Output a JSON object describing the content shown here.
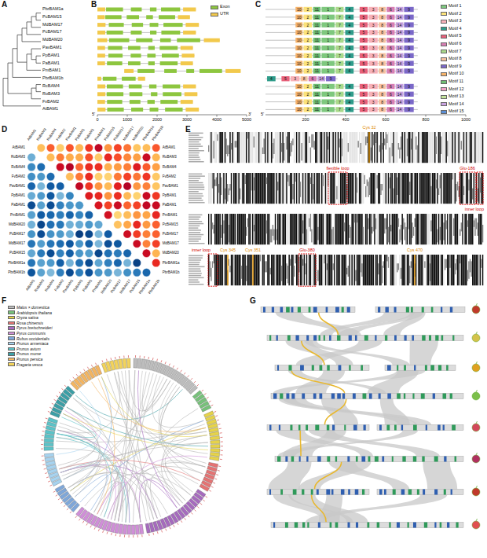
{
  "diagram": {
    "labels": [
      "A",
      "B",
      "C",
      "D",
      "E",
      "F",
      "G",
      "PbrBAM1a",
      "PcBAM15",
      "MdBAM17",
      "PcBAM17",
      "MdBAM20",
      "PavBAM1",
      "PpBAM1",
      "PaBAM1",
      "PmBAM1",
      "PbrBAM1b",
      "RcBAM4",
      "RoBAM3",
      "FvBAM2",
      "AtBAM1",
      "5'",
      "0",
      "1000",
      "2000",
      "3000",
      "4000",
      "5000",
      "3'",
      "5'",
      "200",
      "400",
      "600",
      "800",
      "1000",
      "10",
      "2",
      "11",
      "1",
      "7",
      "4",
      "5",
      "3",
      "8",
      "6",
      "14",
      "9",
      "10",
      "2",
      "11",
      "1",
      "7",
      "4",
      "5",
      "3",
      "8",
      "6",
      "14",
      "9",
      "10",
      "2",
      "11",
      "1",
      "7",
      "4",
      "5",
      "3",
      "8",
      "6",
      "14",
      "9",
      "10",
      "2",
      "11",
      "1",
      "7",
      "4",
      "5",
      "3",
      "8",
      "6",
      "14",
      "9",
      "10",
      "2",
      "11",
      "1",
      "7",
      "4",
      "5",
      "3",
      "8",
      "6",
      "14",
      "9",
      "10",
      "2",
      "11",
      "1",
      "7",
      "4",
      "5",
      "3",
      "8",
      "6",
      "14",
      "9",
      "10",
      "2",
      "11",
      "1",
      "7",
      "4",
      "5",
      "3",
      "8",
      "6",
      "14",
      "9",
      "10",
      "2",
      "11",
      "1",
      "7",
      "4",
      "5",
      "3",
      "8",
      "6",
      "14",
      "9",
      "10",
      "2",
      "11",
      "1",
      "7",
      "4",
      "5",
      "3",
      "8",
      "6",
      "14",
      "9",
      "4",
      "5",
      "3",
      "8",
      "6",
      "14",
      "9",
      "10",
      "2",
      "11",
      "1",
      "7",
      "4",
      "5",
      "3",
      "8",
      "6",
      "14",
      "9",
      "10",
      "2",
      "11",
      "1",
      "7",
      "4",
      "5",
      "3",
      "8",
      "6",
      "14",
      "9",
      "10",
      "2",
      "11",
      "1",
      "7",
      "4",
      "5",
      "3",
      "8",
      "6",
      "14",
      "9",
      "10",
      "2",
      "11",
      "1",
      "7",
      "4",
      "5",
      "3",
      "8",
      "6",
      "14",
      "9",
      "AtBAM1",
      "RoBAM3",
      "RcBAM4",
      "FvBAM2",
      "PavBAM1",
      "PpBAM1",
      "PaBAM1",
      "PmBAM1",
      "MdBAM20",
      "PcBAM17",
      "MdBAM17",
      "PcBAM15",
      "PbrBAM1a",
      "PbrBAM1b",
      "AtBAM1",
      "RoBAM3",
      "RcBAM4",
      "FvBAM2",
      "PavBAM1",
      "PpBAM1",
      "PaBAM1",
      "PmBAM1",
      "PcBAM15",
      "PcBAM17",
      "MdBAM17",
      "MdBAM20",
      "PbrBAM1a",
      "PbrBAM1b",
      "AtBAM1",
      "RoBAM3",
      "RcBAM4",
      "FvBAM2",
      "PavBAM1",
      "PpBAM1",
      "PaBAM1",
      "PmBAM1",
      "PcBAM15",
      "PcBAM17",
      "MdBAM17",
      "MdBAM20",
      "PbrBAM1a",
      "PbrBAM1b",
      "AtBAM1",
      "RoBAM3",
      "RcBAM4",
      "FvBAM2",
      "PavBAM1",
      "PpBAM1",
      "PaBAM1",
      "PmBAM1",
      "MdBAM20",
      "PcBAM17",
      "MdBAM17",
      "PcBAM15",
      "PbrBAM1a",
      "PbrBAM1b",
      "Cys 32",
      "flexible loop",
      "Glu-186",
      "inner loop",
      "inner loop",
      "Cys 345",
      "Cys 351",
      "Glu-380",
      "Cys 470"
    ],
    "legend": [
      {
        "text": "Exon",
        "color": "#8dc63f"
      },
      {
        "text": "UTR",
        "color": "#f2c94c"
      },
      {
        "text": "Motif 1",
        "color": "#7ec87e"
      },
      {
        "text": "Motif 2",
        "color": "#fbe27a"
      },
      {
        "text": "Motif 3",
        "color": "#f7b0b8"
      },
      {
        "text": "Motif 4",
        "color": "#2f9c8a"
      },
      {
        "text": "Motif 5",
        "color": "#e8607a"
      },
      {
        "text": "Motif 6",
        "color": "#d77fb3"
      },
      {
        "text": "Motif 7",
        "color": "#a9d98b"
      },
      {
        "text": "Motif 8",
        "color": "#f6c1a0"
      },
      {
        "text": "Motif 9",
        "color": "#7b68c8"
      },
      {
        "text": "Motif 10",
        "color": "#f5b36b"
      },
      {
        "text": "Motif 11",
        "color": "#6fbf73"
      },
      {
        "text": "Motif 12",
        "color": "#f2a1c7"
      },
      {
        "text": "Motif 13",
        "color": "#c3e39b"
      },
      {
        "text": "Motif 14",
        "color": "#c9a3e0"
      },
      {
        "text": "Motif 15",
        "color": "#5b8fd6"
      },
      {
        "text": "Malus × domestica",
        "color": "#bdbdbd"
      },
      {
        "text": "Arabidopsis thaliana",
        "color": "#77c17a"
      },
      {
        "text": "Oryza sativa",
        "color": "#e6d34a"
      },
      {
        "text": "Rosa chinensis",
        "color": "#e57373"
      },
      {
        "text": "Pyrus bretschneideri",
        "color": "#a66bbe"
      },
      {
        "text": "Pyrus communis",
        "color": "#d08fd8"
      },
      {
        "text": "Rubus occidentalis",
        "color": "#7fa7d9"
      },
      {
        "text": "Prunus armeniaca",
        "color": "#a7d3ef"
      },
      {
        "text": "Prunus avium",
        "color": "#5cc3c8"
      },
      {
        "text": "Prunus mume",
        "color": "#3c9fa6"
      },
      {
        "text": "Prunus persica",
        "color": "#f3b562"
      },
      {
        "text": "Fragaria vesca",
        "color": "#f2d35c"
      }
    ]
  }
}
